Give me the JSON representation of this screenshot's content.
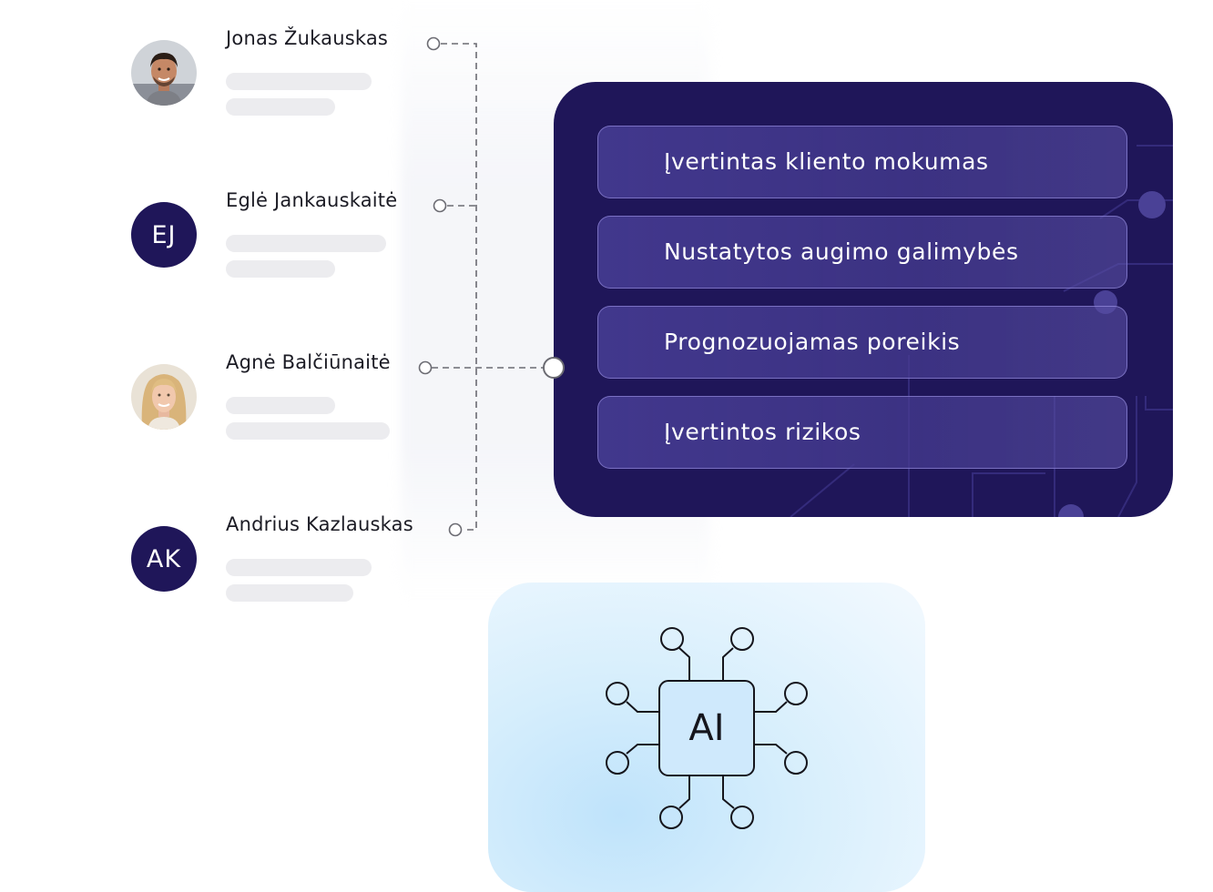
{
  "people": [
    {
      "name": "Jonas Žukauskas",
      "avatar_type": "photo"
    },
    {
      "name": "Eglė Jankauskaitė",
      "avatar_type": "initials",
      "initials": "EJ"
    },
    {
      "name": "Agnė Balčiūnaitė",
      "avatar_type": "photo"
    },
    {
      "name": "Andrius Kazlauskas",
      "avatar_type": "initials",
      "initials": "AK"
    }
  ],
  "insights": [
    {
      "label": "Įvertintas kliento mokumas"
    },
    {
      "label": "Nustatytos augimo galimybės"
    },
    {
      "label": "Prognozuojamas poreikis"
    },
    {
      "label": "Įvertintos rizikos"
    }
  ],
  "ai_chip": {
    "label": "AI"
  },
  "colors": {
    "panel": "#1f1659",
    "avatar_initials_bg": "#1f1659",
    "placeholder": "#ececef",
    "ai_card": "#d6eefc"
  },
  "icons": {
    "chip": "ai-chip-icon",
    "connector": "connector-node-icon"
  }
}
